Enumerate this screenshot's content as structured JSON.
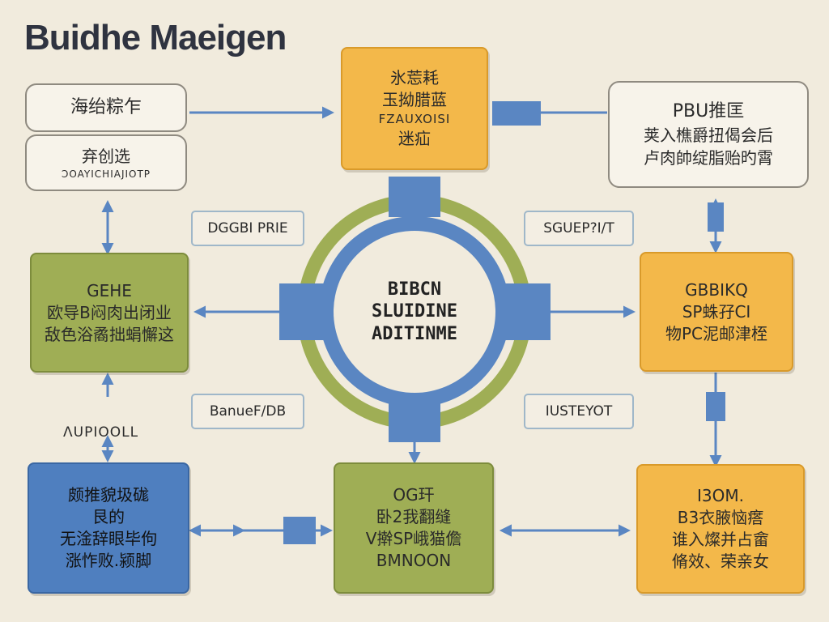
{
  "title": "Buidhe Maeigen",
  "hub": {
    "lines": [
      "BIBCN",
      "SLUIDINE",
      "ADITINME"
    ]
  },
  "top_center": {
    "lines": [
      "氷莣耗",
      "玉拗腊蓝",
      "FZAUXOISI",
      "迷疝"
    ]
  },
  "top_right_note": {
    "lines": [
      "PBU推匡",
      "荚入樵爵扭偈会后",
      "卢肉帥绽脂贻旳霄"
    ]
  },
  "left_note_a": {
    "lines": [
      "海绐粽乍"
    ]
  },
  "left_note_b": {
    "lines": [
      "弃创选",
      "ƆOAYICHIAJIOTP"
    ]
  },
  "left_mid": {
    "lines": [
      "GEHE",
      "欧导B闷肉出闭业",
      "敌色浴矞拙蜎懈这"
    ]
  },
  "right_mid": {
    "lines": [
      "GBBIKQ",
      "SP蛛孖CI",
      "物PC泥邮津桎"
    ]
  },
  "bottom_left": {
    "lines": [
      "颇推貌圾硥",
      "艮的",
      "无淦辞眼毕佝",
      "涨怍败.颍脚"
    ]
  },
  "bottom_center": {
    "lines": [
      "OG玕",
      "卧2我翻缝",
      "V擀SP峨猫儋",
      "BMNOON"
    ]
  },
  "bottom_right": {
    "lines": [
      "I3OM.",
      "B3衣腋恼瘩",
      "谁入燦并占畲",
      "脩效、荣亲女"
    ]
  },
  "tags": {
    "top_left": "DGGBI PRIE",
    "top_right": "SGUEP?I/T",
    "bottom_left": "BanueF/DB",
    "bottom_right": "IUSTEYOT"
  },
  "free_label": "ɅUPIOOLL",
  "colors": {
    "orange": "#f3b84a",
    "green": "#9fae55",
    "blue": "#4f7fbf",
    "background": "#f1ebdd"
  }
}
